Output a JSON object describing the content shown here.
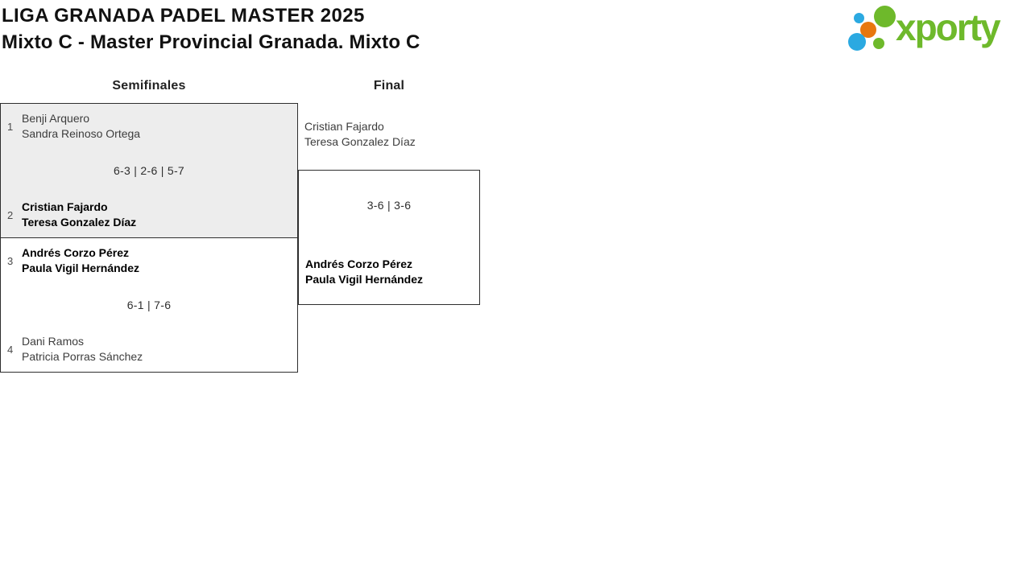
{
  "header": {
    "title": "LIGA GRANADA PADEL MASTER 2025",
    "subtitle": "Mixto C - Master Provincial Granada. Mixto C"
  },
  "logo": {
    "wordmark": "xporty",
    "colors": {
      "green": "#6eb92b",
      "blue": "#2ba9e1",
      "orange": "#e8770e"
    },
    "dots": [
      "blue-small",
      "green-big",
      "orange",
      "blue-big",
      "green-small"
    ]
  },
  "rounds": {
    "semifinals_label": "Semifinales",
    "final_label": "Final"
  },
  "semifinals": [
    {
      "score": "6-3 | 2-6 | 5-7",
      "top": {
        "seed": "1",
        "player1": "Benji Arquero",
        "player2": "Sandra Reinoso Ortega",
        "winner": false
      },
      "bottom": {
        "seed": "2",
        "player1": "Cristian Fajardo",
        "player2": "Teresa Gonzalez Díaz",
        "winner": true
      }
    },
    {
      "score": "6-1 | 7-6",
      "top": {
        "seed": "3",
        "player1": "Andrés Corzo Pérez",
        "player2": "Paula Vigil Hernández",
        "winner": true
      },
      "bottom": {
        "seed": "4",
        "player1": "Dani Ramos",
        "player2": "Patricia Porras Sánchez",
        "winner": false
      }
    }
  ],
  "final": {
    "score": "3-6 | 3-6",
    "top": {
      "player1": "Cristian Fajardo",
      "player2": "Teresa Gonzalez Díaz",
      "winner": false
    },
    "bottom": {
      "player1": "Andrés Corzo Pérez",
      "player2": "Paula Vigil Hernández",
      "winner": true
    }
  },
  "colors": {
    "match_highlight_bg": "#ededed",
    "border": "#2e2e2e",
    "winner_text": "#000000",
    "loser_text": "#3d3d3d"
  }
}
